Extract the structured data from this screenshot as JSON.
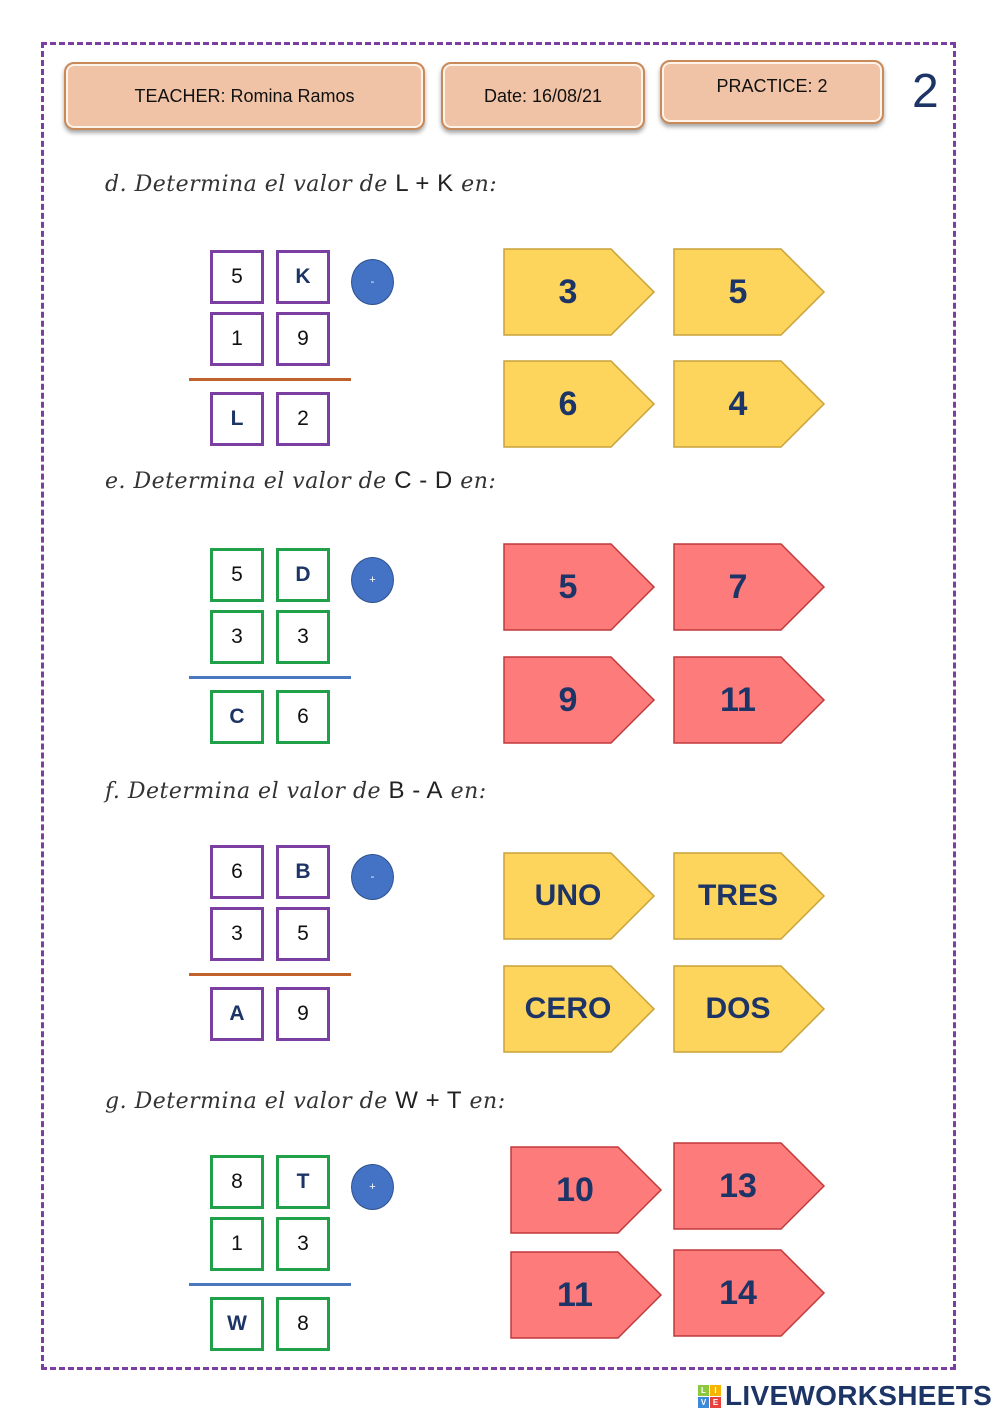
{
  "header": {
    "teacher": "TEACHER: Romina Ramos",
    "date": "Date: 16/08/21",
    "practice": "PRACTICE: 2",
    "page_number": "2"
  },
  "colors": {
    "purple": "#7a3fa0",
    "green": "#21a04a",
    "orange_rule": "#c0622a",
    "blue_rule": "#4a78c0",
    "yellow": "#fdd55c",
    "yellow_border": "#c9a23a",
    "red": "#fd7b7b",
    "red_border": "#c0393b"
  },
  "exercises": [
    {
      "prefix": "d. Determina el valor de",
      "expr": "L + K",
      "suffix": "en:",
      "box": "purple",
      "rule": "orange_rule",
      "op": "-",
      "rows": [
        [
          "5",
          "K"
        ],
        [
          "1",
          "9"
        ],
        [
          "L",
          "2"
        ]
      ],
      "tag_color": "yellow",
      "options": [
        "3",
        "5",
        "6",
        "4"
      ]
    },
    {
      "prefix": "e. Determina el valor de",
      "expr": "C - D",
      "suffix": "en:",
      "box": "green",
      "rule": "blue_rule",
      "op": "+",
      "rows": [
        [
          "5",
          "D"
        ],
        [
          "3",
          "3"
        ],
        [
          "C",
          "6"
        ]
      ],
      "tag_color": "red",
      "options": [
        "5",
        "7",
        "9",
        "11"
      ]
    },
    {
      "prefix": "f. Determina el valor de",
      "expr": "B - A",
      "suffix": "en:",
      "box": "purple",
      "rule": "orange_rule",
      "op": "-",
      "rows": [
        [
          "6",
          "B"
        ],
        [
          "3",
          "5"
        ],
        [
          "A",
          "9"
        ]
      ],
      "tag_color": "yellow",
      "options": [
        "UNO",
        "TRES",
        "CERO",
        "DOS"
      ]
    },
    {
      "prefix": "g. Determina el valor de",
      "expr": "W + T",
      "suffix": "en:",
      "box": "green",
      "rule": "blue_rule",
      "op": "+",
      "rows": [
        [
          "8",
          "T"
        ],
        [
          "1",
          "3"
        ],
        [
          "W",
          "8"
        ]
      ],
      "tag_color": "red",
      "options": [
        "10",
        "13",
        "11",
        "14"
      ]
    }
  ],
  "footer": {
    "brand": "LIVEWORKSHEETS",
    "logo_letters": [
      "L",
      "I",
      "V",
      "E"
    ]
  }
}
